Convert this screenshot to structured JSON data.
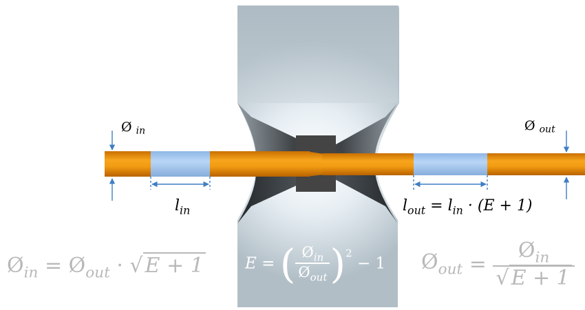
{
  "labels": {
    "d_in": {
      "sym": "Ø",
      "sub": "in"
    },
    "d_out": {
      "sym": "Ø",
      "sub": "out"
    },
    "l_in": {
      "base": "l",
      "sub": "in"
    },
    "l_out": {
      "lhs_base": "l",
      "lhs_sub": "out",
      "eq": "=",
      "rhs_base": "l",
      "rhs_sub": "in",
      "rest": "· (E + 1)"
    }
  },
  "equations": {
    "left": {
      "lhs_sym": "Ø",
      "lhs_sub": "in",
      "eq": "=",
      "rhs_sym": "Ø",
      "rhs_sub": "out",
      "dot": "·",
      "radicand": "E + 1"
    },
    "center": {
      "lhs": "E",
      "eq": "=",
      "num_sym": "Ø",
      "num_sub": "in",
      "den_sym": "Ø",
      "den_sub": "out",
      "power": "2",
      "tail": "− 1"
    },
    "right": {
      "lhs_sym": "Ø",
      "lhs_sub": "out",
      "eq": "=",
      "num_sym": "Ø",
      "num_sub": "in",
      "radicand": "E + 1"
    }
  },
  "colors": {
    "fiber": "#f29b12",
    "fiber_highlight": "#ffd27a",
    "marker": "#a9cdf4",
    "die_body": "#b6c3cb",
    "die_shadow": "#5d666c",
    "die_core": "#444444",
    "dimension": "#3f7ec4",
    "equation_text": "#b8b8b8"
  }
}
